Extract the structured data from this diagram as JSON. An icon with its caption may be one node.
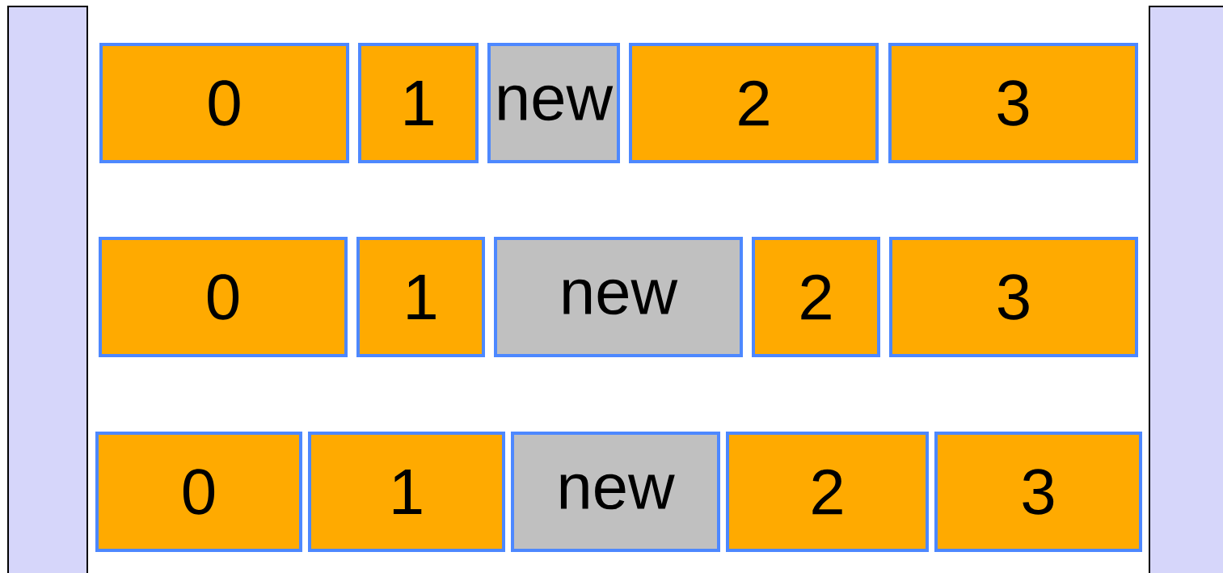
{
  "diagram": {
    "nodes": [
      {
        "text": [
          "0"
        ]
      },
      {
        "text": [
          "1"
        ]
      },
      {
        "text": [
          "new"
        ]
      },
      {
        "text": [
          "2"
        ]
      },
      {
        "text": [
          "3"
        ]
      },
      {
        "text": [
          "0"
        ]
      },
      {
        "text": [
          "1"
        ]
      },
      {
        "text": [
          "new"
        ]
      },
      {
        "text": [
          "2"
        ]
      },
      {
        "text": [
          "3"
        ]
      },
      {
        "text": [
          "0"
        ]
      },
      {
        "text": [
          "1"
        ]
      },
      {
        "text": [
          "new"
        ]
      },
      {
        "text": [
          "2"
        ]
      },
      {
        "text": [
          "3"
        ]
      }
    ]
  }
}
